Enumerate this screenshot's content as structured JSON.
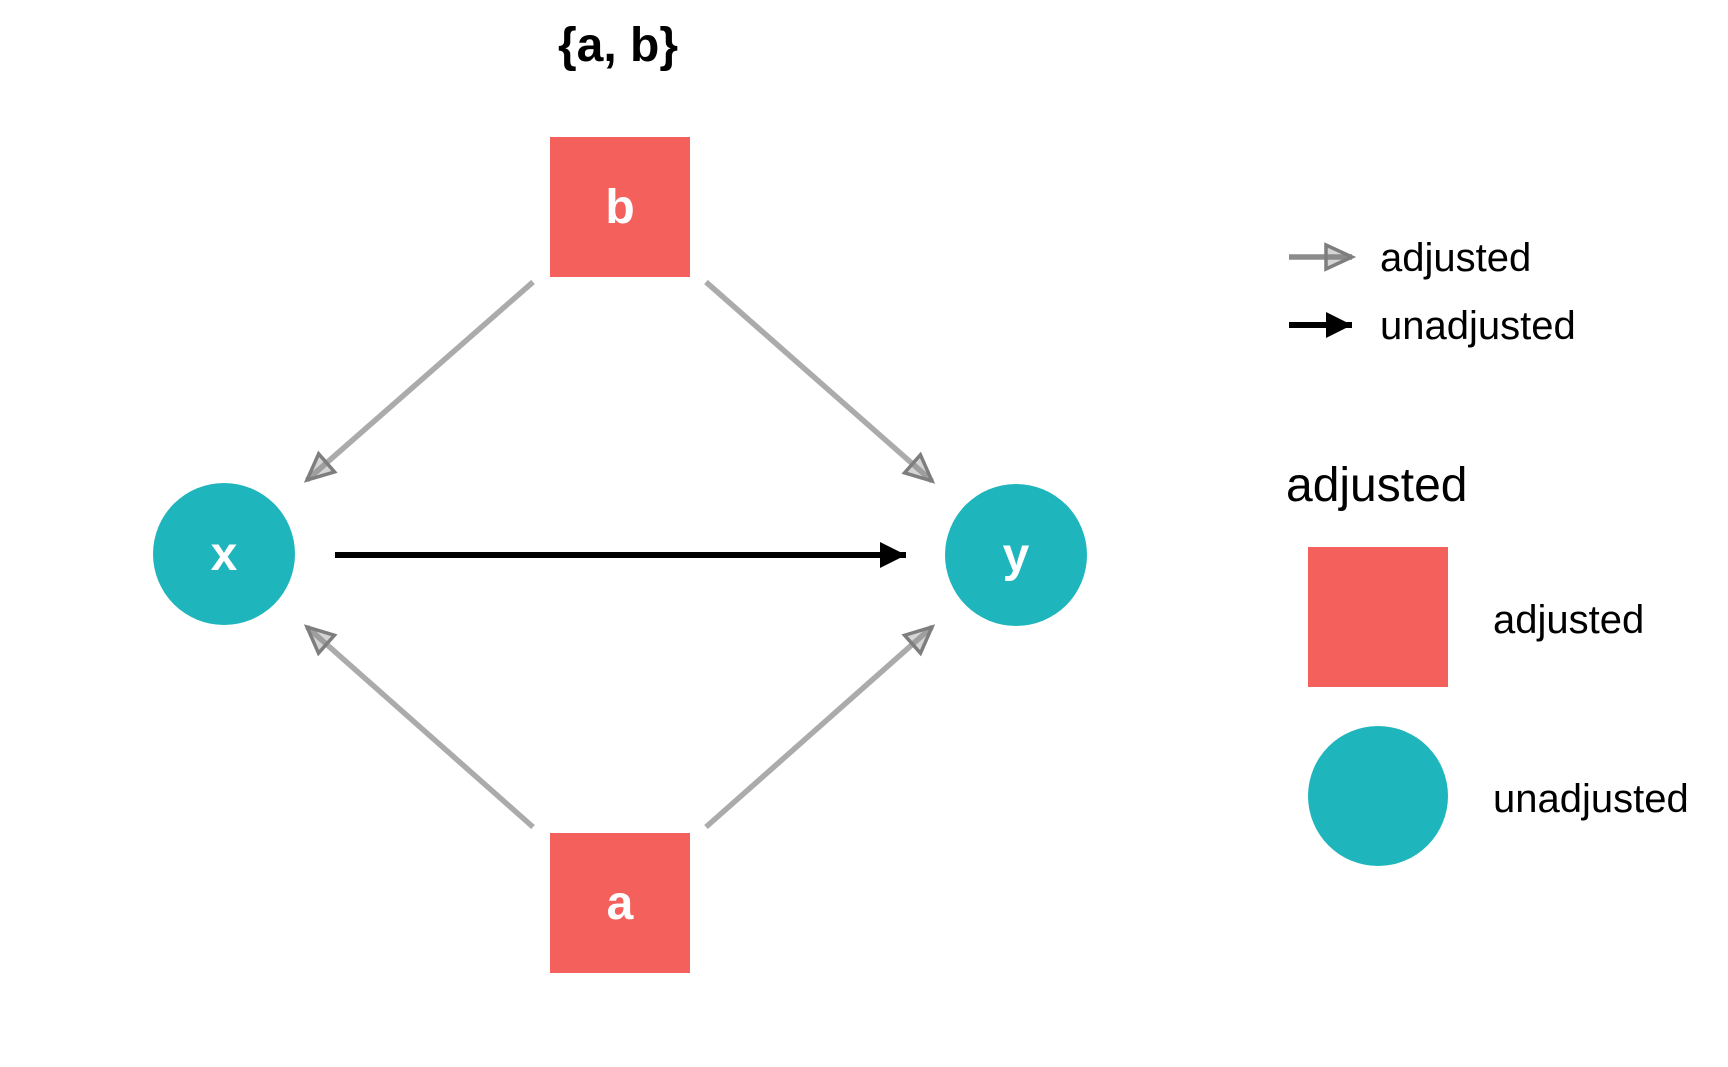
{
  "figure": {
    "title": "{a, b}"
  },
  "graph": {
    "nodes": [
      {
        "id": "x",
        "label": "x",
        "shape": "circle",
        "status": "unadjusted",
        "color": "#1FB5BD"
      },
      {
        "id": "y",
        "label": "y",
        "shape": "circle",
        "status": "unadjusted",
        "color": "#1FB5BD"
      },
      {
        "id": "a",
        "label": "a",
        "shape": "square",
        "status": "adjusted",
        "color": "#F4605C"
      },
      {
        "id": "b",
        "label": "b",
        "shape": "square",
        "status": "adjusted",
        "color": "#F4605C"
      }
    ],
    "edges": [
      {
        "from": "b",
        "to": "x",
        "style": "adjusted"
      },
      {
        "from": "b",
        "to": "y",
        "style": "adjusted"
      },
      {
        "from": "a",
        "to": "x",
        "style": "adjusted"
      },
      {
        "from": "a",
        "to": "y",
        "style": "adjusted"
      },
      {
        "from": "x",
        "to": "y",
        "style": "unadjusted"
      }
    ]
  },
  "arrow_legend": {
    "items": [
      {
        "label": "adjusted",
        "arrow": "gray-open-arrow"
      },
      {
        "label": "unadjusted",
        "arrow": "black-solid-arrow"
      }
    ]
  },
  "shape_legend": {
    "title": "adjusted",
    "items": [
      {
        "label": "adjusted",
        "swatch": "square",
        "color": "#F4605C"
      },
      {
        "label": "unadjusted",
        "swatch": "circle",
        "color": "#1FB5BD"
      }
    ]
  },
  "colors": {
    "adjusted_node": "#F4605C",
    "unadjusted_node": "#1FB5BD",
    "adjusted_edge": "#ABABAB",
    "unadjusted_edge": "#000000",
    "node_label": "#FFFFFF",
    "text": "#000000",
    "background": "#FFFFFF"
  }
}
